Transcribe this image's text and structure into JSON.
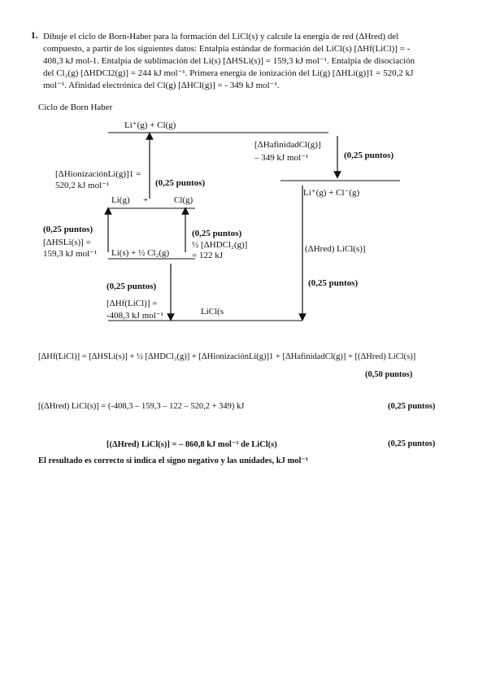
{
  "question": {
    "number": "1.",
    "lines": [
      "Dibuje el ciclo de Born-Haber para la formación del LiCl(s) y calcule la energía de red (ΔHred) del",
      "compuesto, a partir de los siguientes datos: Entalpía estándar de formación del LiCl(s) [ΔHf(LiCl)] = -",
      "408,3 kJ mol-1. Entalpía de sublimación del Li(s) [ΔHSLi(s)] = 159,3 kJ mol⁻¹. Entalpía de disociación",
      "del Cl₂(g) [ΔHDCl2(g)] = 244 kJ mol⁻¹. Primera energía de ionización del Li(g) [ΔHLi(g)]1 = 520,2 kJ",
      "mol⁻¹. Afinidad electrónica del Cl(g) [ΔHCl(g)] = - 349 kJ mol⁻¹."
    ]
  },
  "diagram": {
    "title": "Ciclo de Born Haber",
    "top_state": "Li⁺(g)   +   Cl(g)",
    "ionization_label_1": "[ΔHionizaciónLi(g)]1 =",
    "ionization_label_2": "520,2 kJ mol⁻¹",
    "affinity_label_1": "[ΔHafinidadCl(g)]",
    "affinity_label_2": "– 349 kJ mol⁻¹",
    "points_affinity": "(0,25 puntos)",
    "points_ionization": "(0,25 puntos)",
    "gas_atoms_li": "Li(g)",
    "gas_atoms_plus": "+",
    "gas_atoms_cl": "Cl(g)",
    "ions_state": "Li⁺(g) + Cl⁻(g)",
    "points_sublimation": "(0,25 puntos)",
    "sublimation_label_1": "[ΔHSLi(s)] =",
    "sublimation_label_2": "159,3 kJ mol⁻¹",
    "elements_state": "Li(s) + ½ Cl₂(g)",
    "points_dissociation": "(0,25 puntos)",
    "dissociation_label_1": "½ [ΔHDCl₂(g)]",
    "dissociation_label_2": "= 122 kJ",
    "lattice_label": "(ΔHred) LiCl(s)]",
    "points_formation": "(0,25 puntos)",
    "formation_label_1": "[ΔHf(LiCl)] =",
    "formation_label_2": "-408,3 kJ mol⁻¹",
    "product_state": "LiCl(s",
    "points_lattice": "(0,25 puntos)"
  },
  "solution": {
    "equation_1": "[ΔHf(LiCl)] = [ΔHSLi(s)] + ½ [ΔHDCl₂(g)] + [ΔHionizaciónLi(g)]1 + [ΔHafinidadCl(g)] + [(ΔHred) LiCl(s)]",
    "points_1": "(0,50 puntos)",
    "equation_2": "[(ΔHred) LiCl(s)] = (-408,3 – 159,3 – 122 – 520,2 + 349) kJ",
    "points_2": "(0,25 puntos)",
    "equation_3": "[(ΔHred) LiCl(s)] = – 860,8 kJ mol⁻¹ de LiCl(s)",
    "points_3": "(0,25 puntos)",
    "note": "El resultado es correcto si indica el signo negativo y las unidades, kJ mol⁻¹"
  }
}
